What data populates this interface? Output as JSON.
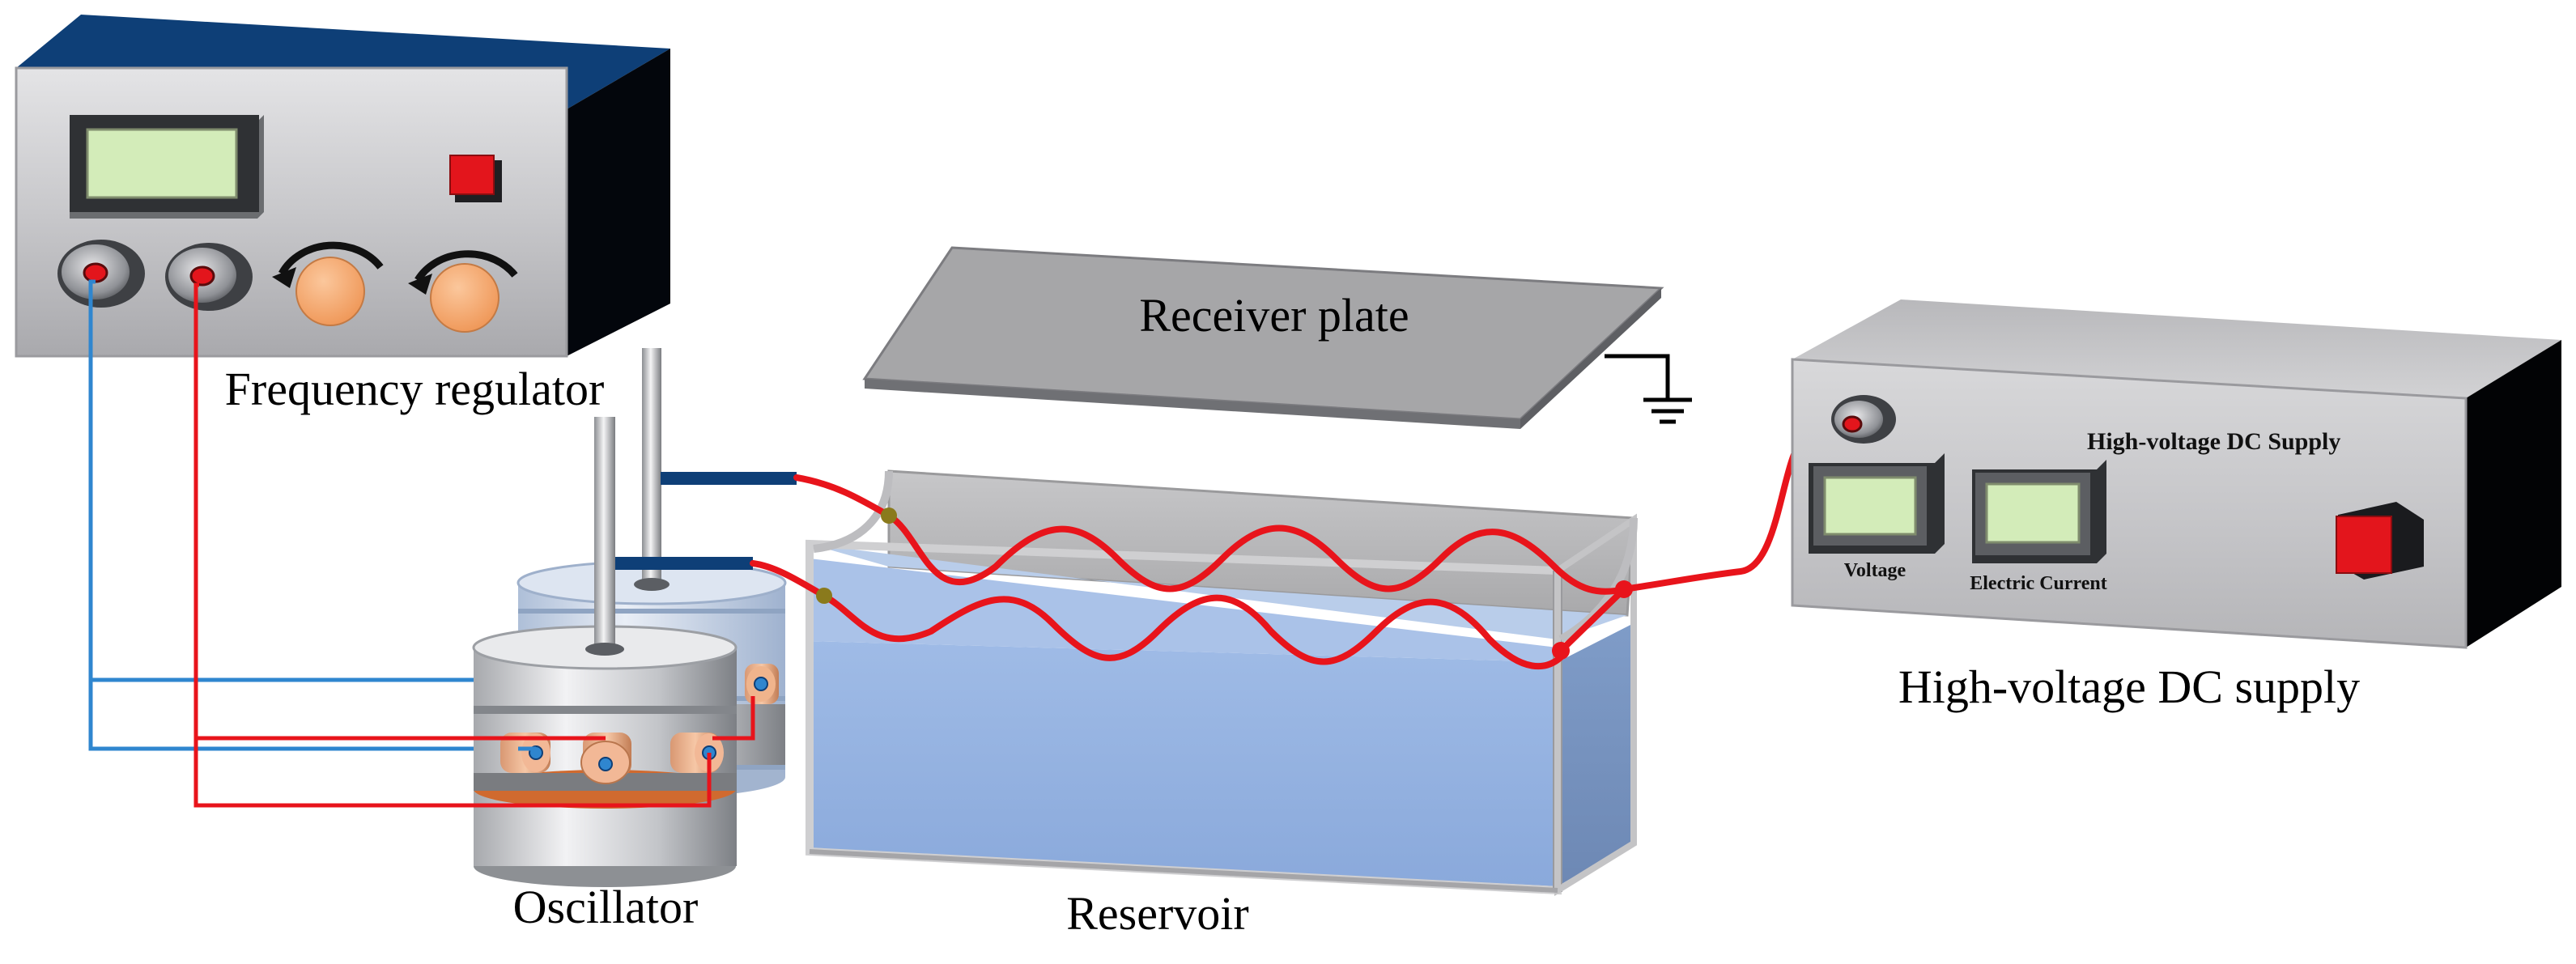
{
  "labels": {
    "frequency_regulator": "Frequency regulator",
    "receiver_plate": "Receiver plate",
    "high_voltage_supply": "High-voltage DC supply",
    "oscillator": "Oscillator",
    "reservoir": "Reservoir"
  },
  "hv_panel": {
    "title": "High-voltage DC Supply",
    "voltage_label": "Voltage",
    "current_label": "Electric Current"
  },
  "colors": {
    "wire_red": "#e8141b",
    "wire_blue": "#2f86cf",
    "water": "#93b0df",
    "box_face": "#c9c9cc",
    "box_top": "#0d3f75",
    "knob_orange": "#f3a46a",
    "display_green": "#d3ecb9",
    "power_button": "#e3151c"
  }
}
